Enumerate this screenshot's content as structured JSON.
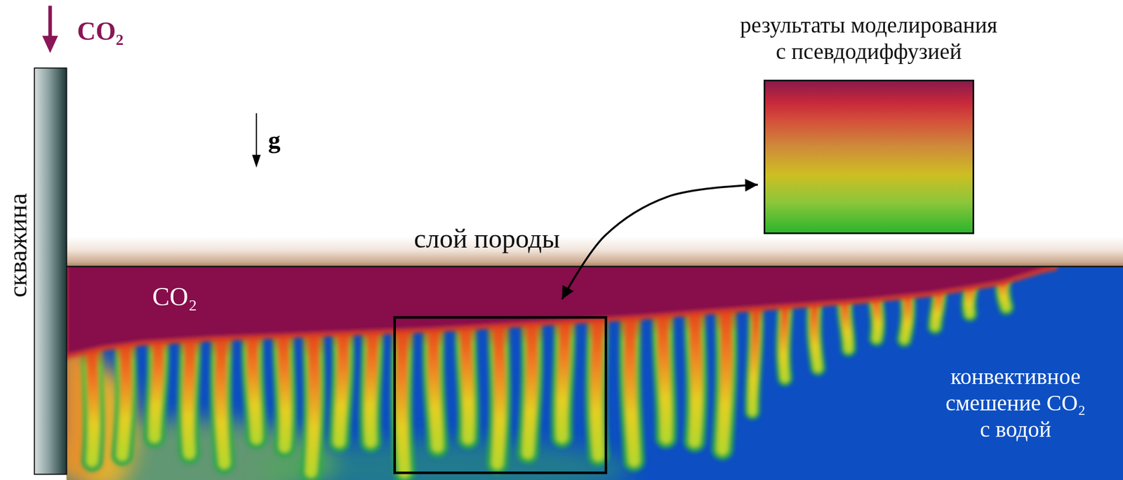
{
  "diagram": {
    "nodes": [
      {
        "text": [
          "скважина"
        ]
      },
      {
        "text": [
          "результаты моделирования с псевдодиффузией"
        ]
      },
      {
        "text": [
          "слой породы"
        ]
      },
      {
        "text": [
          "CO₂",
          "конвективное смешение CO₂ с водой"
        ]
      }
    ],
    "edges": [
      {
        "from": 3,
        "to": 1,
        "arrow": "both"
      }
    ],
    "labels": [
      "CO₂",
      "g"
    ]
  }
}
